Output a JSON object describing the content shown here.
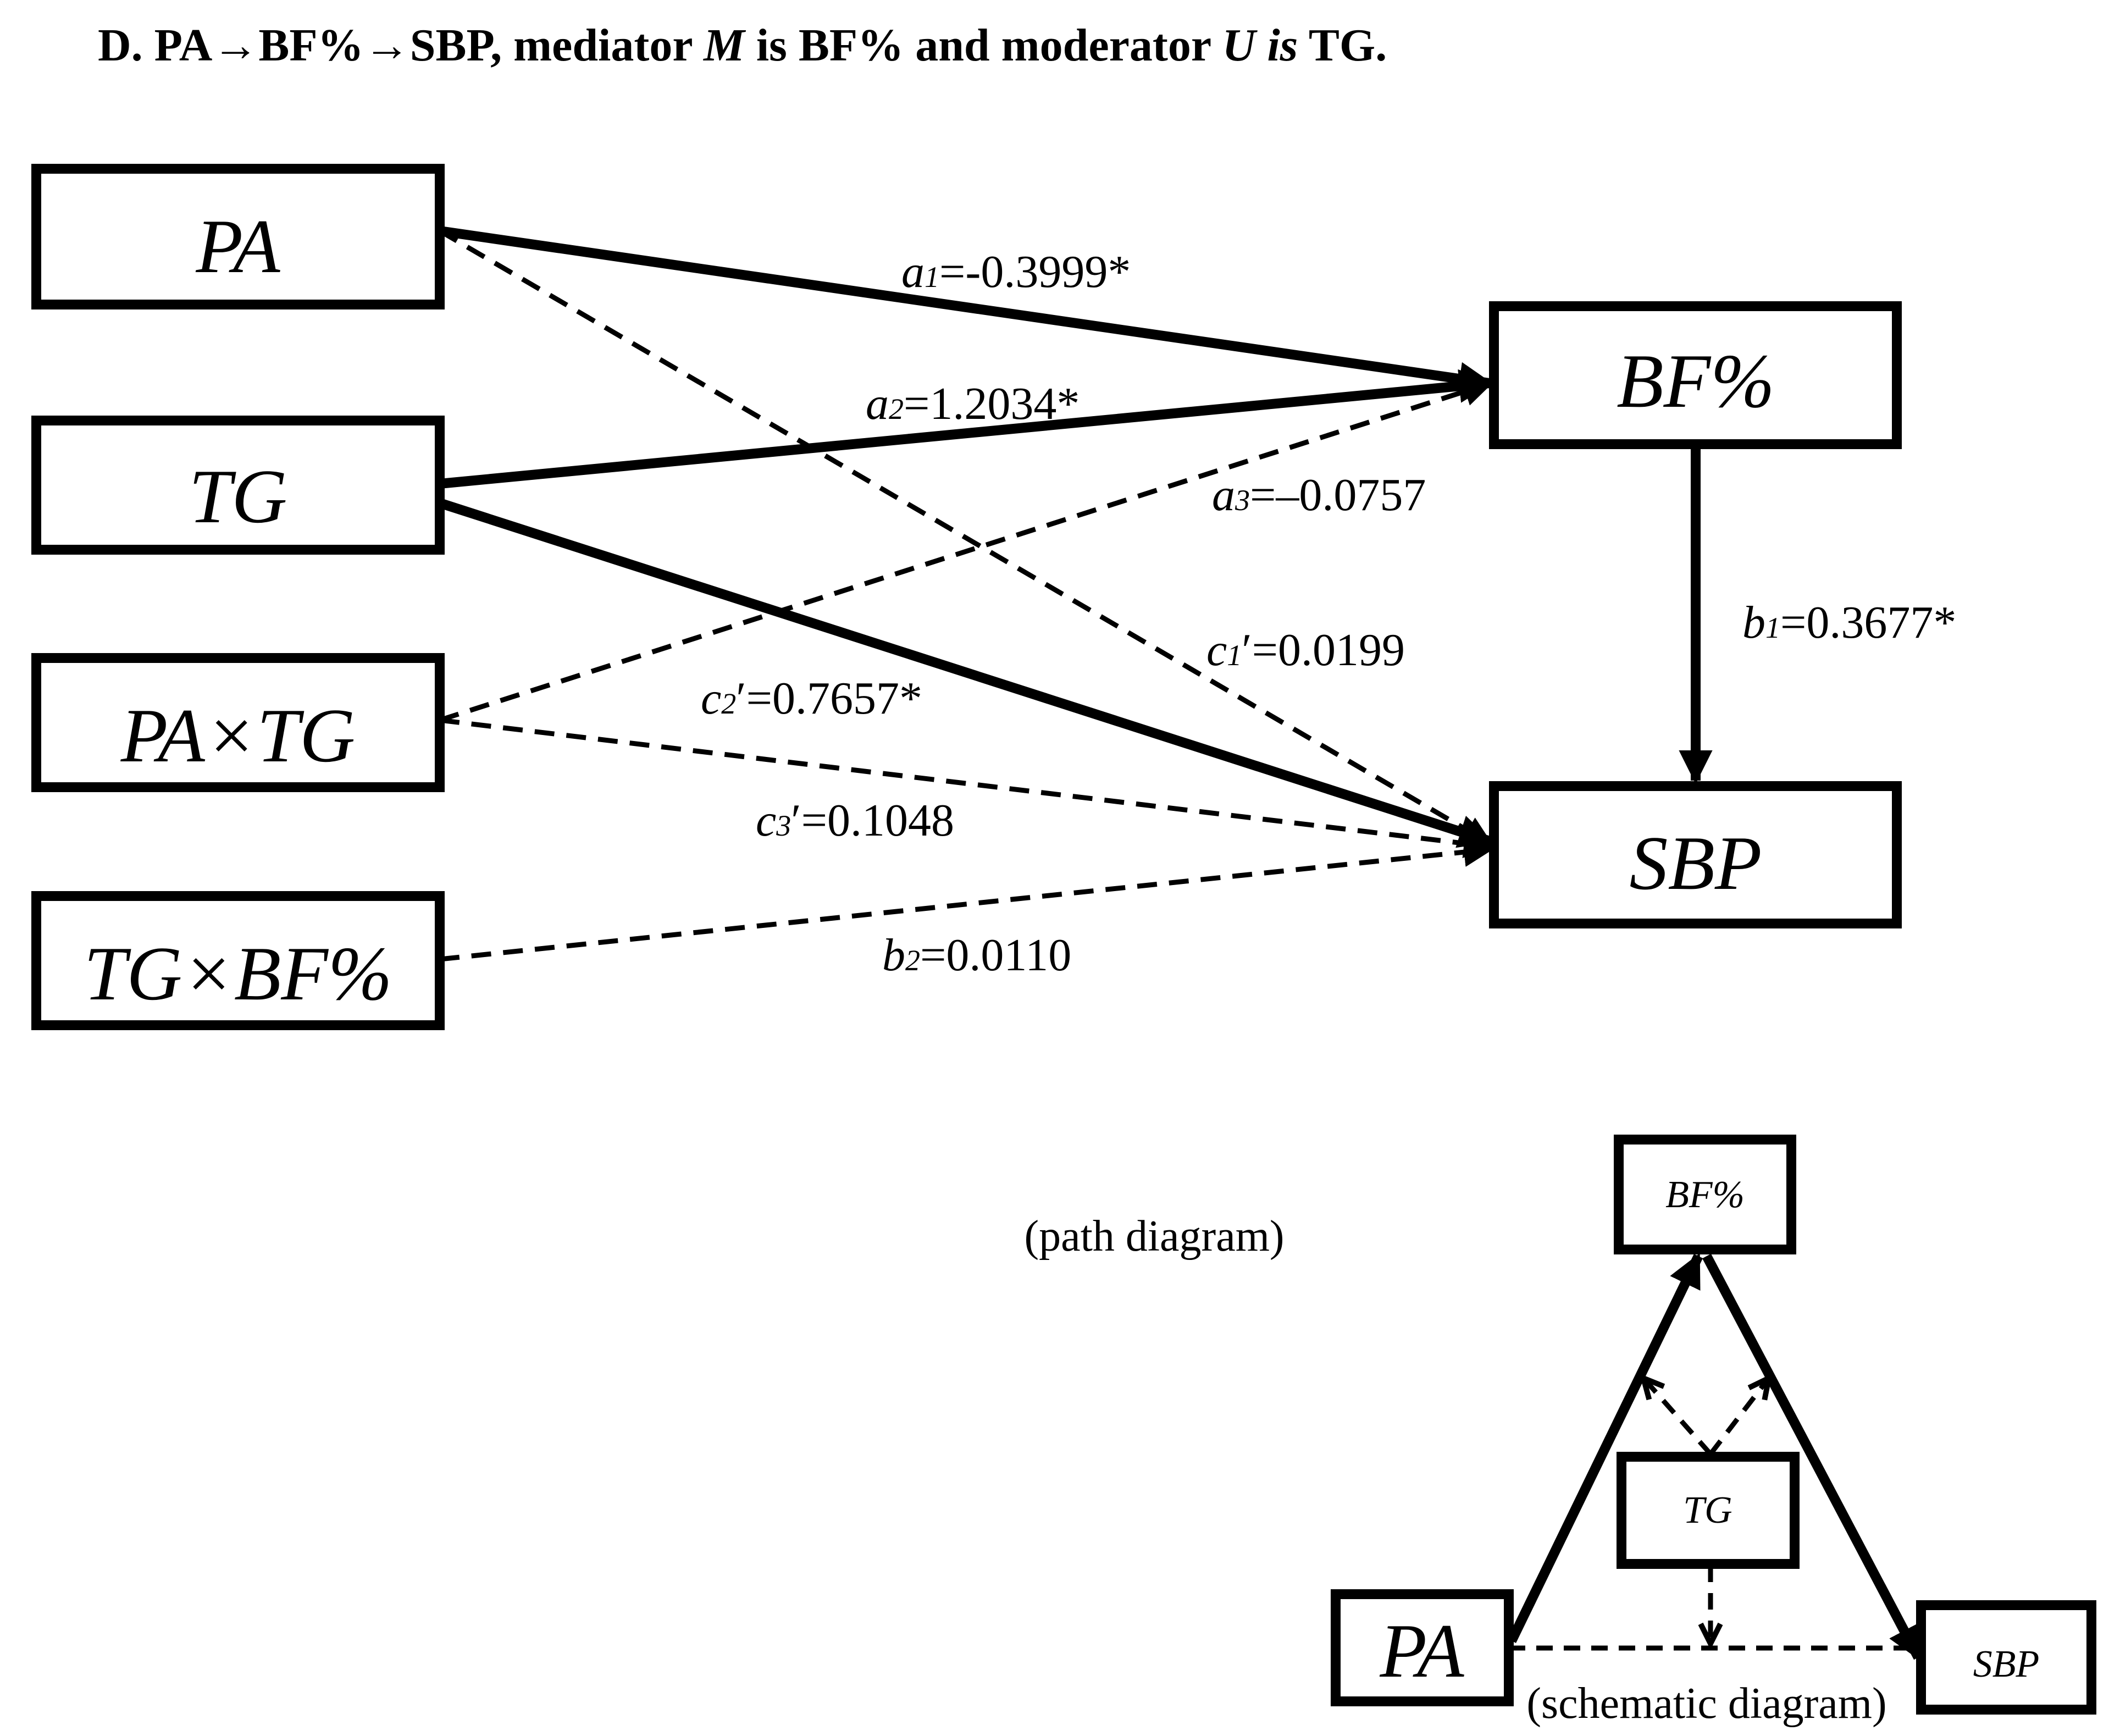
{
  "title": {
    "p1": "D. PA→BF%→SBP, mediator ",
    "m": "M",
    "p2": " is BF% and moderator ",
    "u": "U",
    "is": " is",
    "p3": " TG."
  },
  "nodes": {
    "pa": "PA",
    "tg": "TG",
    "pa_tg": "PA×TG",
    "tg_bf": "TG×BF%",
    "bf": "BF%",
    "sbp": "SBP"
  },
  "paths": {
    "a1": {
      "sym": "a",
      "sub": "1",
      "prime": "",
      "val": "=-0.3999*"
    },
    "a2": {
      "sym": "a",
      "sub": "2",
      "prime": "",
      "val": "=1.2034*"
    },
    "a3": {
      "sym": "a",
      "sub": "3",
      "prime": "",
      "val": "=–0.0757"
    },
    "b1": {
      "sym": "b",
      "sub": "1",
      "prime": "",
      "val": "=0.3677*"
    },
    "c1": {
      "sym": "c",
      "sub": "1",
      "prime": "′",
      "val": "=0.0199"
    },
    "c2": {
      "sym": "c",
      "sub": "2",
      "prime": "′",
      "val": "=0.7657*"
    },
    "c3": {
      "sym": "c",
      "sub": "3",
      "prime": "′",
      "val": "=0.1048"
    },
    "b2": {
      "sym": "b",
      "sub": "2",
      "prime": "",
      "val": "=0.0110"
    }
  },
  "captions": {
    "path": "(path diagram)",
    "schematic": "(schematic diagram)"
  },
  "schematic": {
    "bf": "BF%",
    "tg": "TG",
    "pa": "PA",
    "sbp": "SBP"
  }
}
